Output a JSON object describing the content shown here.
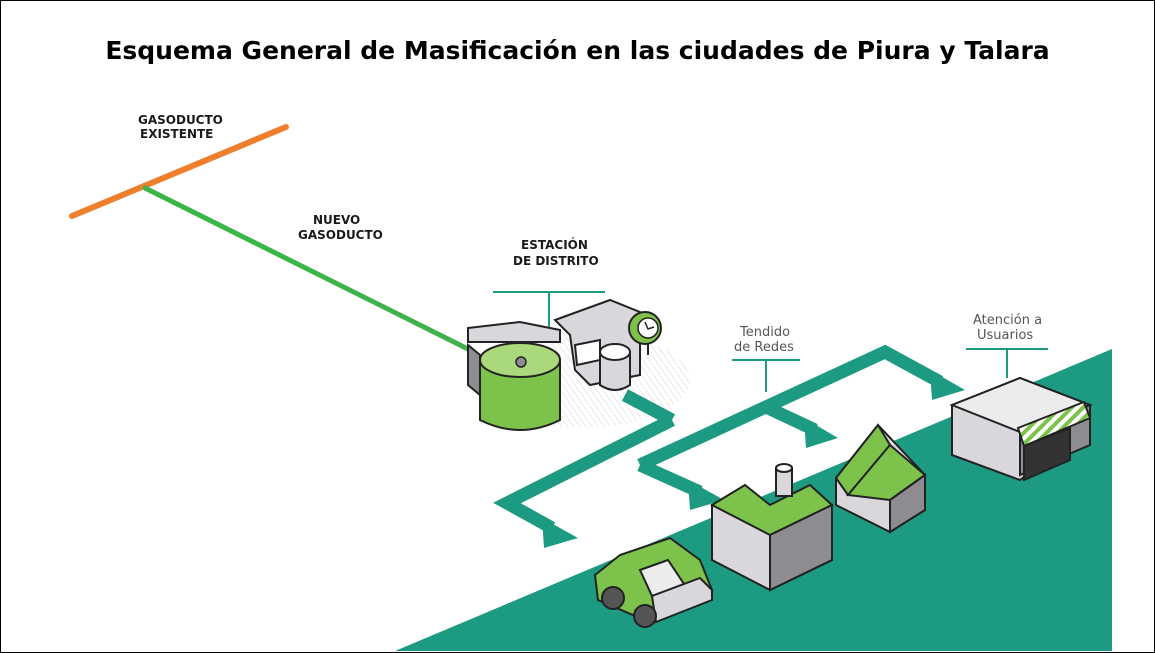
{
  "title": "Esquema General de Masificación en las ciudades de Piura y Talara",
  "labels": {
    "gasoducto_existente": [
      "GASODUCTO",
      "EXISTENTE"
    ],
    "nuevo_gasoducto": [
      "NUEVO",
      "GASODUCTO"
    ],
    "estacion_distrito": [
      "ESTACIÓN",
      "DE DISTRITO"
    ],
    "tendido_redes": [
      "Tendido",
      "de Redes"
    ],
    "atencion_usuarios": [
      "Atención a",
      "Usuarios"
    ]
  },
  "colors": {
    "existing_pipeline": "#F07F2D",
    "new_pipeline": "#3CB44A",
    "network_teal": "#1D9A82",
    "building_green": "#7DC24A",
    "building_gray": "#D9D7DC",
    "building_dark": "#8E8C91"
  }
}
